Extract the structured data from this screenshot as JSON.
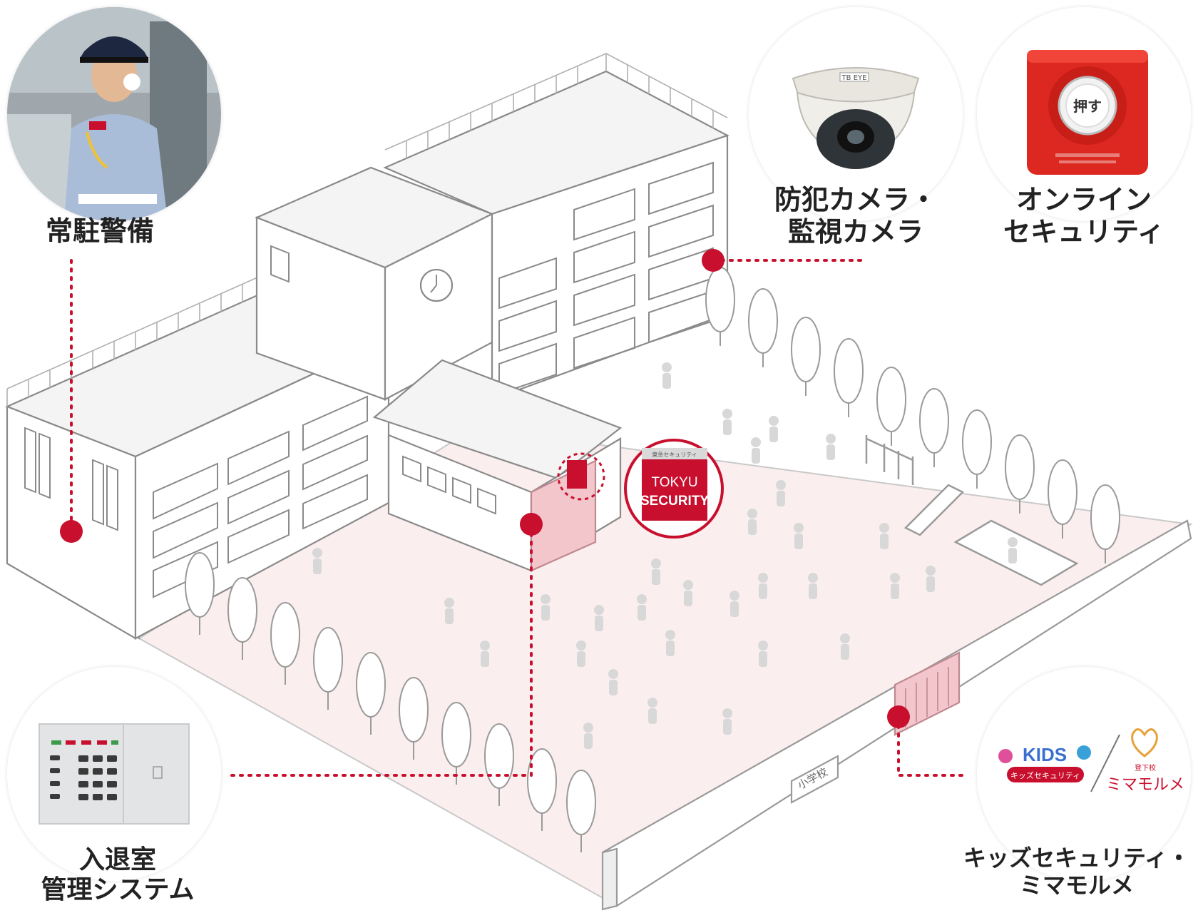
{
  "labels": {
    "guard": "常駐警備",
    "camera_line1": "防犯カメラ・",
    "camera_line2": "監視カメラ",
    "online_line1": "オンライン",
    "online_line2": "セキュリティ",
    "access_line1": "入退室",
    "access_line2": "管理システム",
    "kids_line1": "キッズセキュリティ・",
    "kids_line2": "ミマモルメ"
  },
  "products": {
    "camera_brand": "TB EYE",
    "button_text": "押す",
    "kids_logo_kids": "KIDS",
    "kids_logo_sub": "キッズセキュリティ",
    "mimamorume_small": "登下校",
    "mimamorume_text": "ミマモルメ"
  },
  "badge": {
    "top": "東急セキュリティ",
    "line1": "TOKYU",
    "line2": "SECURITY"
  },
  "school_sign": "小学校",
  "colors": {
    "accent": "#c8102e",
    "line": "#9a9a9a",
    "ground": "#fbeeee",
    "entrance": "#f3c6cc"
  },
  "icons": [
    "security-guard-photo",
    "dome-camera",
    "emergency-button",
    "keypad-panel",
    "kids-security-logo"
  ]
}
